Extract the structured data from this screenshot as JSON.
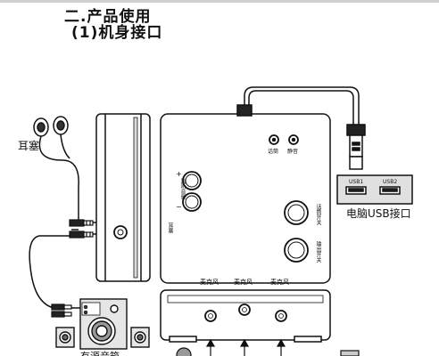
{
  "heading": {
    "section": "二.产品使用",
    "subsection": "(1)机身接口"
  },
  "labels": {
    "earphone": "耳塞",
    "pc_usb": "电脑USB接口",
    "speaker": "有源音箱",
    "usb1": "USB1",
    "usb2": "USB2",
    "talk": "话筒",
    "mute": "静音",
    "monitor_volume": "监听音量",
    "earplug_port": "耳塞",
    "talk_switch": "话筒开关",
    "output_switch": "输出开关",
    "mic1": "麦克风",
    "mic2": "麦克风",
    "mic3": "麦克风",
    "plus": "+",
    "minus": "−"
  }
}
